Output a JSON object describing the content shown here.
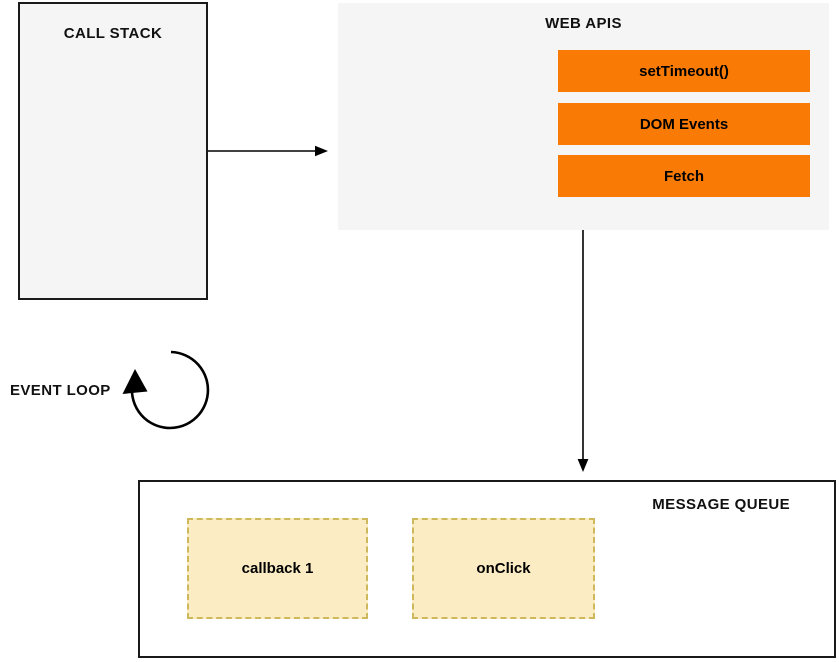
{
  "call_stack": {
    "title": "CALL STACK"
  },
  "web_apis": {
    "title": "WEB APIS",
    "items": [
      "setTimeout()",
      "DOM Events",
      "Fetch"
    ]
  },
  "event_loop": {
    "label": "EVENT LOOP"
  },
  "message_queue": {
    "title": "MESSAGE QUEUE",
    "items": [
      "callback 1",
      "onClick"
    ]
  },
  "colors": {
    "panel_fill": "#F5F5F5",
    "panel_border": "#1a1a1a",
    "api_box_fill": "#F97B06",
    "queue_box_fill": "#FBECC4",
    "queue_box_border": "#CDB85C",
    "connector": "#000000",
    "text": "#111111"
  }
}
